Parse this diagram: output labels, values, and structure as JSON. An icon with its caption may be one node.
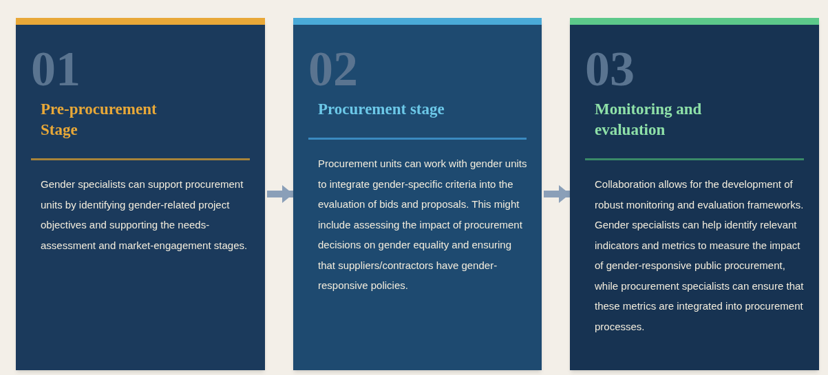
{
  "diagram": {
    "nodes": [
      {
        "text": [
          "01",
          "Pre-procurement Stage",
          "Gender specialists can support procurement units by identifying gender-related project objectives and supporting the needs-assessment and market-engagement stages."
        ]
      },
      {
        "text": [
          "02",
          "Procurement stage",
          "Procurement units can work with gender units to integrate gender-specific criteria into the evaluation of bids and proposals. This might include assessing the impact of procurement decisions on gender equality and ensuring that suppliers/contractors have gender-responsive policies."
        ]
      },
      {
        "text": [
          "03",
          "Monitoring and evaluation",
          "Collaboration allows for the development of robust monitoring and evaluation frameworks. Gender specialists can help identify relevant indicators and metrics to measure the impact of gender-responsive public procurement, while procurement specialists can ensure that these metrics are integrated into procurement processes."
        ]
      }
    ],
    "edges": [
      {
        "from": 0,
        "to": 1,
        "arrow": "to"
      },
      {
        "from": 1,
        "to": 2,
        "arrow": "to"
      }
    ]
  }
}
